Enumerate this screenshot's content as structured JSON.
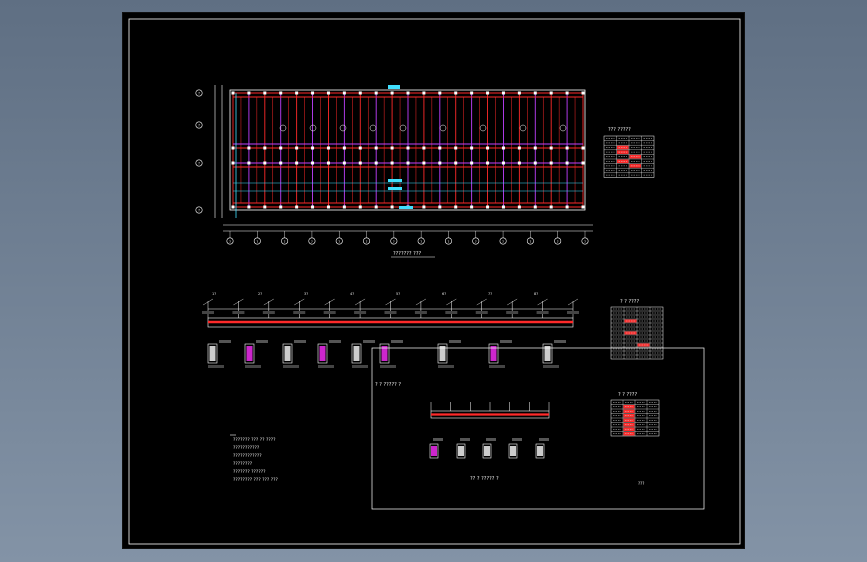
{
  "plan": {
    "title": "??????? ???",
    "row_axes": [
      "?",
      "?",
      "?",
      "?"
    ],
    "column_axes": [
      "?",
      "?",
      "?",
      "?",
      "?",
      "?",
      "?",
      "?",
      "?",
      "?",
      "?",
      "?",
      "?",
      "?"
    ],
    "side_table_title": "??? ?????"
  },
  "beam": {
    "section_tags": [
      "1?",
      "2?",
      "3?",
      "4?",
      "5?",
      "6?",
      "7?",
      "8?"
    ]
  },
  "table_b": {
    "title": "? ? ????"
  },
  "table_c": {
    "title": "? ? ????"
  },
  "detail": {
    "label_top": "? ? ????? ?",
    "label_bottom": "?? ? ????? ?",
    "corner": "???"
  },
  "notes": {
    "lines": [
      "??????? ??? ?? ????",
      "???????????",
      "????????????",
      "????????",
      "??????? ??????",
      "???????? ??? ??? ???"
    ]
  },
  "colors": {
    "sheet": "#000000",
    "frame": "#ffffff",
    "grid": "#ff2a2a",
    "purple": "#c040ff",
    "magenta": "#ff30ff",
    "cyan": "#40e0ff",
    "text": "#e8e8e8"
  }
}
